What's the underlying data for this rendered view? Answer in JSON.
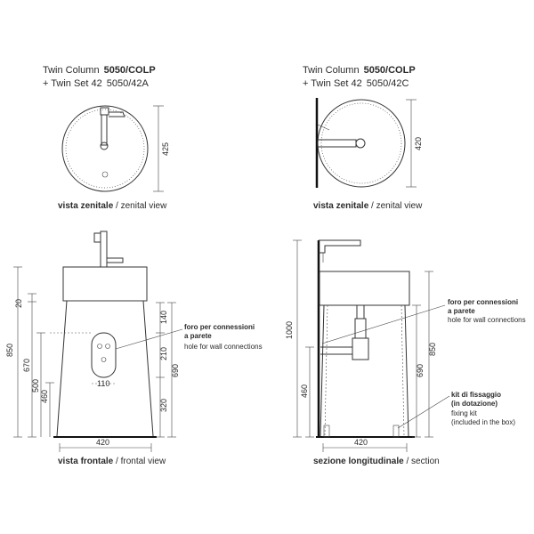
{
  "left": {
    "title_line1": "Twin Column",
    "code1": "5050/COLP",
    "title_line2": "+ Twin Set 42",
    "code2": "5050/42A",
    "top_caption_bold": "vista zenitale",
    "top_caption_rest": " / zenital view",
    "top_dim": "425",
    "front_caption_bold": "vista frontale",
    "front_caption_rest": " / frontal view",
    "dims": {
      "d20": "20",
      "d850": "850",
      "d670": "670",
      "d500": "500",
      "d460": "460",
      "d140": "140",
      "d210": "210",
      "d320": "320",
      "d690": "690",
      "d110": "110",
      "d420": "420"
    },
    "note_bold1": "foro per connessioni",
    "note_bold2": "a parete",
    "note_en": "hole for wall connections"
  },
  "right": {
    "title_line1": "Twin Column",
    "code1": "5050/COLP",
    "title_line2": "+ Twin Set 42",
    "code2": "5050/42C",
    "top_caption_bold": "vista zenitale",
    "top_caption_rest": " / zenital view",
    "top_dim": "420",
    "section_caption_bold": "sezione longitudinale",
    "section_caption_rest": " / section",
    "dims": {
      "d1000": "1000",
      "d460": "460",
      "d690": "690",
      "d850": "850",
      "d420": "420"
    },
    "note_bold1": "foro per connessioni",
    "note_bold2": "a parete",
    "note_en": "hole for wall connections",
    "kit_bold1": "kit di fissaggio",
    "kit_bold2": "(in dotazione)",
    "kit_en1": "fixing kit",
    "kit_en2": "(included in the box)"
  }
}
